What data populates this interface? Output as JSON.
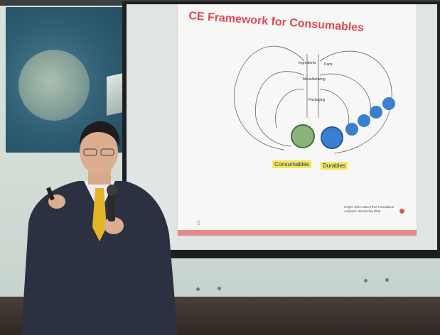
{
  "slide": {
    "title": "CE Framework for Consumables",
    "page_number": "5",
    "labels": {
      "consumables": "Consumables",
      "durables": "Durables"
    },
    "diagram_labels": [
      "Ingredients",
      "Parts",
      "Manufacturing",
      "Packaging"
    ],
    "credit_lines": [
      "Origin: Ellen MacArthur Foundation",
      "Adapted: Wonderlay Bhat"
    ]
  },
  "colors": {
    "title": "#e0485a",
    "highlight": "#f4e661",
    "icon_blue": "#3a7fd0",
    "icon_green": "#8ab37a",
    "bottom_bar": "#e58a8a"
  }
}
